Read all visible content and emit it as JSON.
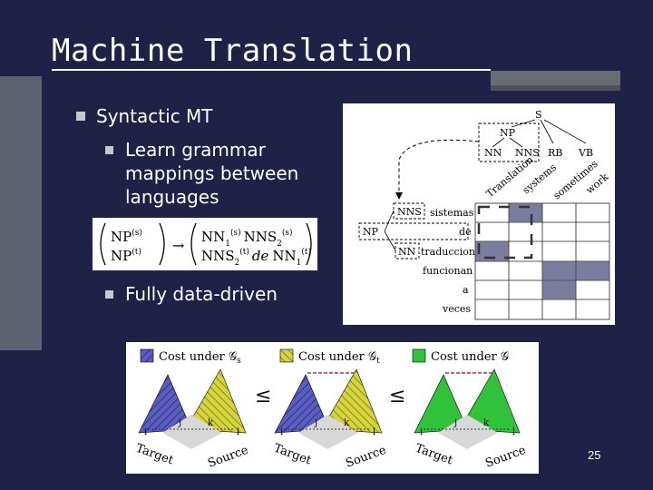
{
  "slide": {
    "title": "Machine Translation",
    "page_number": "25"
  },
  "bullets": {
    "main": "Syntactic MT",
    "sub1_lines": [
      "Learn grammar",
      "mappings between",
      "languages"
    ],
    "sub2": "Fully data-driven"
  },
  "formula": {
    "lhs_top": "NP",
    "lhs_top_sup": "(s)",
    "lhs_bot": "NP",
    "lhs_bot_sup": "(t)",
    "arrow": "→",
    "rhs_top_a": "NN",
    "rhs_top_a_sub": "1",
    "rhs_top_a_sup": "(s)",
    "rhs_top_b": "NNS",
    "rhs_top_b_sub": "2",
    "rhs_top_b_sup": "(s)",
    "rhs_bot_a": "NNS",
    "rhs_bot_a_sub": "2",
    "rhs_bot_a_sup": "(t)",
    "rhs_bot_de": "de",
    "rhs_bot_b": "NN",
    "rhs_bot_b_sub": "1",
    "rhs_bot_b_sup": "(t)"
  },
  "alignment": {
    "tree_nodes": {
      "s": "S",
      "np": "NP",
      "nn": "NN",
      "nns": "NNS",
      "rb": "RB",
      "vb": "VB"
    },
    "source_words": [
      "Translation",
      "systems",
      "sometimes",
      "work"
    ],
    "target_tags": {
      "nns": "NNS",
      "np": "NP",
      "nn": "NN"
    },
    "target_words": [
      "sistemas",
      "de",
      "traduccion",
      "funcionan",
      "a",
      "veces"
    ]
  },
  "cost": {
    "label1": "Cost under 𝒢",
    "label1_sub": "s",
    "label2": "Cost under 𝒢",
    "label2_sub": "t",
    "label3": "Cost under 𝒢",
    "leq": "≤",
    "idx": [
      "i",
      "j",
      "k",
      "l"
    ],
    "target_word": "Target",
    "source_word": "Source",
    "colors": {
      "blue": "#5a5fbd",
      "yellow": "#d6d43c",
      "green": "#2fc23a"
    }
  }
}
